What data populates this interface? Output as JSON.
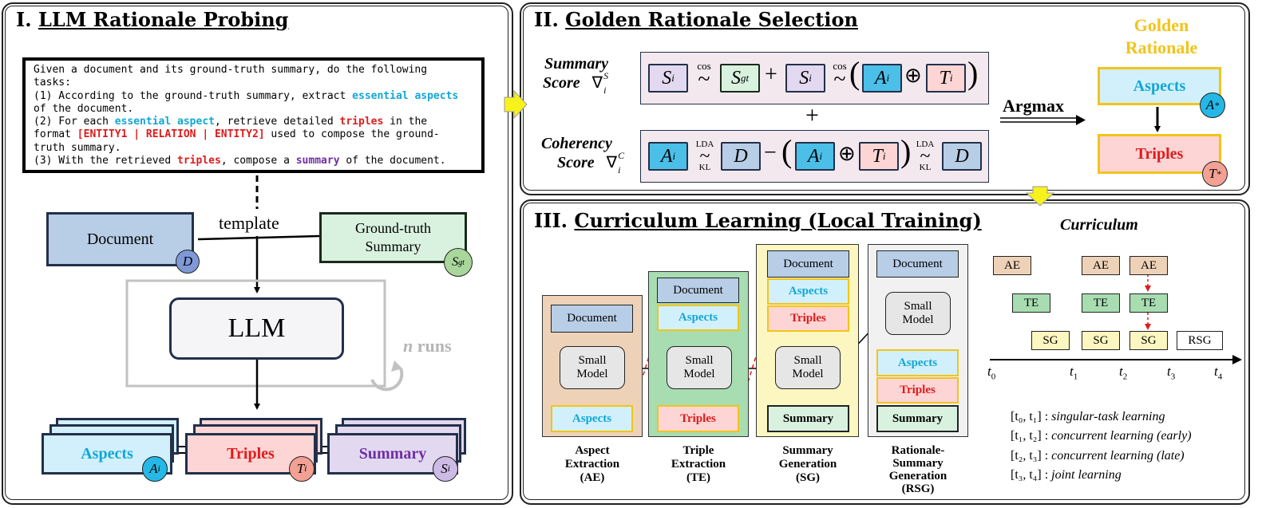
{
  "section1": {
    "num": "I.",
    "title": "LLM Rationale Probing",
    "prompt_lines": [
      [
        {
          "t": "Given a document and its ground-truth summary, do the following"
        }
      ],
      [
        {
          "t": "tasks:"
        }
      ],
      [
        {
          "t": "(1) According to the ground-truth summary, extract "
        },
        {
          "t": "essential aspects",
          "c": "blue"
        }
      ],
      [
        {
          "t": "of the document."
        }
      ],
      [
        {
          "t": "(2) For each "
        },
        {
          "t": "essential aspect",
          "c": "blue"
        },
        {
          "t": ", retrieve detailed "
        },
        {
          "t": "triples",
          "c": "red"
        },
        {
          "t": " in the"
        }
      ],
      [
        {
          "t": "format "
        },
        {
          "t": "[ENTITY1 | RELATION | ENTITY2]",
          "c": "red"
        },
        {
          "t": " used to compose the ground-"
        }
      ],
      [
        {
          "t": "truth summary."
        }
      ],
      [
        {
          "t": "(3) With the retrieved "
        },
        {
          "t": "triples",
          "c": "red"
        },
        {
          "t": ", compose a "
        },
        {
          "t": "summary",
          "c": "purple"
        },
        {
          "t": " of the document."
        }
      ]
    ],
    "template_label": "template",
    "document_label": "Document",
    "document_var": "D",
    "gt_summary_label_1": "Ground-truth",
    "gt_summary_label_2": "Summary",
    "gt_var": "S",
    "gt_sub": "gt",
    "llm_label": "LLM",
    "runs_n": "n",
    "runs_label": "runs",
    "aspects_label": "Aspects",
    "aspects_var": "A",
    "triples_label": "Triples",
    "triples_var": "T",
    "summary_label": "Summary",
    "summary_var": "S",
    "sub_i": "i"
  },
  "section2": {
    "num": "II.",
    "title": "Golden Rationale Selection",
    "summary_score_1": "Summary",
    "summary_score_2": "Score",
    "coherency_score_1": "Coherency",
    "coherency_score_2": "Score",
    "nabla": "∇",
    "sup_S": "S",
    "sup_C": "C",
    "sub_i": "i",
    "S": "S",
    "gt": "gt",
    "A": "A",
    "T": "T",
    "D": "D",
    "cos": "cos",
    "tilde": "~",
    "plus": "+",
    "oplus": "⊕",
    "minus": "−",
    "lparen": "(",
    "rparen": ")",
    "lda": "LDA",
    "kl": "KL",
    "argmax": "Argmax",
    "golden_1": "Golden",
    "golden_2": "Rationale",
    "aspects_label": "Aspects",
    "triples_label": "Triples",
    "star": "*"
  },
  "section3": {
    "num": "III.",
    "title": "Curriculum Learning (Local Training)",
    "document": "Document",
    "small_model_1": "Small",
    "small_model_2": "Model",
    "aspects": "Aspects",
    "triples": "Triples",
    "summary": "Summary",
    "stages": [
      {
        "l1": "Aspect",
        "l2": "Extraction",
        "l3": "(AE)"
      },
      {
        "l1": "Triple",
        "l2": "Extraction",
        "l3": "(TE)"
      },
      {
        "l1": "Summary",
        "l2": "Generation",
        "l3": "(SG)"
      },
      {
        "l1": "Rationale-",
        "l2": "Summary",
        "l3": "Generation",
        "l4": "(RSG)"
      }
    ],
    "curriculum_title": "Curriculum",
    "cur": {
      "ae": "AE",
      "te": "TE",
      "sg": "SG",
      "rsg": "RSG"
    },
    "t": "t",
    "t_subs": [
      "0",
      "1",
      "2",
      "3",
      "4"
    ],
    "legend": [
      {
        "range": "[t₀, t₁]",
        "desc": "singular-task learning"
      },
      {
        "range": "[t₁, t₂]",
        "desc": "concurrent learning (early)"
      },
      {
        "range": "[t₂, t₃]",
        "desc": "concurrent learning (late)"
      },
      {
        "range": "[t₃, t₄]",
        "desc": "joint  learning"
      }
    ]
  },
  "colors": {
    "aspects_fill": "#d2f0fb",
    "aspects_text": "#11a7d6",
    "triples_fill": "#fdd5d5",
    "triples_text": "#e01b1b",
    "summary_fill": "#e2d8f0",
    "summary_text": "#6e2fa3",
    "document_fill": "#b8cde6",
    "gt_fill": "#d9f2df",
    "golden": "#f2c419",
    "ae_bg": "#eed2b8",
    "te_bg": "#a8ddb2",
    "sg_bg": "#fcf7c0",
    "rsg_bg": "#f1f1f1",
    "arrow_yellow": "#f7f11c"
  }
}
